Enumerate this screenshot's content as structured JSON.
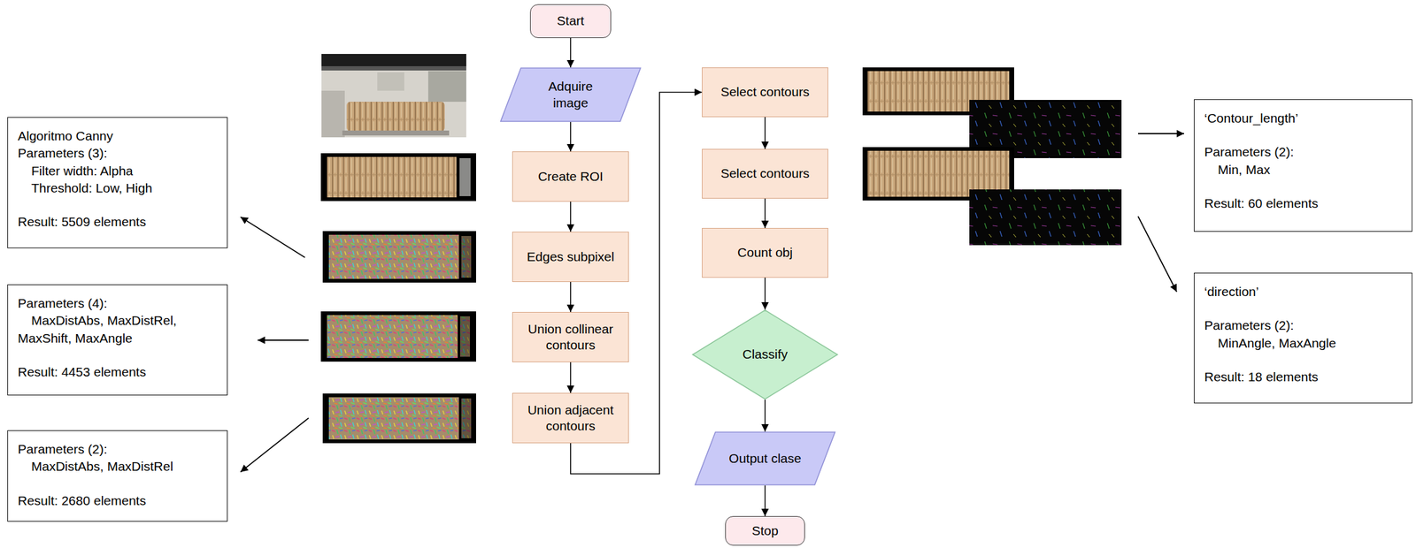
{
  "diagram": {
    "nodes": [
      {
        "text": [
          "Start"
        ]
      },
      {
        "text": [
          "Adquire image"
        ]
      },
      {
        "text": [
          "Create ROI"
        ]
      },
      {
        "text": [
          "Edges subpixel"
        ]
      },
      {
        "text": [
          "Union collinear contours"
        ]
      },
      {
        "text": [
          "Union adjacent contours"
        ]
      },
      {
        "text": [
          "Select contours"
        ]
      },
      {
        "text": [
          "Select contours"
        ]
      },
      {
        "text": [
          "Count obj"
        ]
      },
      {
        "text": [
          "Classify"
        ]
      },
      {
        "text": [
          "Output clase"
        ]
      },
      {
        "text": [
          "Stop"
        ]
      },
      {
        "text": [
          "Algoritmo Canny",
          "Parameters (3):",
          "Filter width: Alpha",
          "Threshold: Low, High",
          "Result: 5509 elements"
        ]
      },
      {
        "text": [
          "Parameters (4):",
          "MaxDistAbs, MaxDistRel, MaxShift, MaxAngle",
          "Result: 4453 elements"
        ]
      },
      {
        "text": [
          "Parameters (2):",
          "MaxDistAbs, MaxDistRel",
          "Result: 2680 elements"
        ]
      },
      {
        "text": [
          "‘Contour_length’",
          "Parameters (2):",
          "Min, Max",
          "Result: 60 elements"
        ]
      },
      {
        "text": [
          "‘direction’",
          "Parameters (2):",
          "MinAngle, MaxAngle",
          "Result: 18 elements"
        ]
      }
    ],
    "edges": [
      {
        "from": 0,
        "to": 1,
        "arrow": "to"
      },
      {
        "from": 1,
        "to": 2,
        "arrow": "to"
      },
      {
        "from": 2,
        "to": 3,
        "arrow": "to"
      },
      {
        "from": 3,
        "to": 4,
        "arrow": "to"
      },
      {
        "from": 4,
        "to": 5,
        "arrow": "to"
      },
      {
        "from": 5,
        "to": 6,
        "arrow": "to"
      },
      {
        "from": 6,
        "to": 7,
        "arrow": "to"
      },
      {
        "from": 7,
        "to": 8,
        "arrow": "to"
      },
      {
        "from": 8,
        "to": 9,
        "arrow": "to"
      },
      {
        "from": 9,
        "to": 10,
        "arrow": "to"
      },
      {
        "from": 10,
        "to": 11,
        "arrow": "to"
      }
    ]
  }
}
